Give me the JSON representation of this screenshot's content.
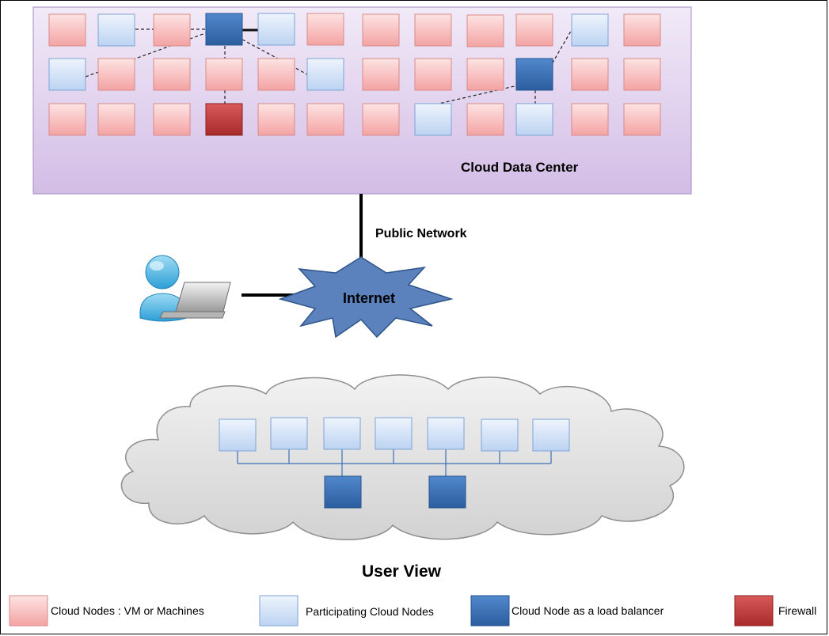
{
  "labels": {
    "data_center": "Cloud Data Center",
    "public_network": "Public Network",
    "internet": "Internet",
    "user_view": "User View"
  },
  "legend": {
    "cloud_nodes": "Cloud Nodes : VM or Machines",
    "participating": "Participating Cloud Nodes",
    "load_balancer": "Cloud Node as a load balancer",
    "firewall": "Firewall"
  },
  "colors": {
    "cloud_node": "#f7b6b6",
    "participating_node": "#cfe0f7",
    "load_balancer": "#3d74bb",
    "firewall": "#c23f3f",
    "data_center_fill": "#dccbeb",
    "user_cloud_fill": "#e3e3e3"
  },
  "icons": {
    "user": "user-with-laptop-icon",
    "internet": "starburst-icon",
    "user_cloud": "cloud-shape"
  }
}
